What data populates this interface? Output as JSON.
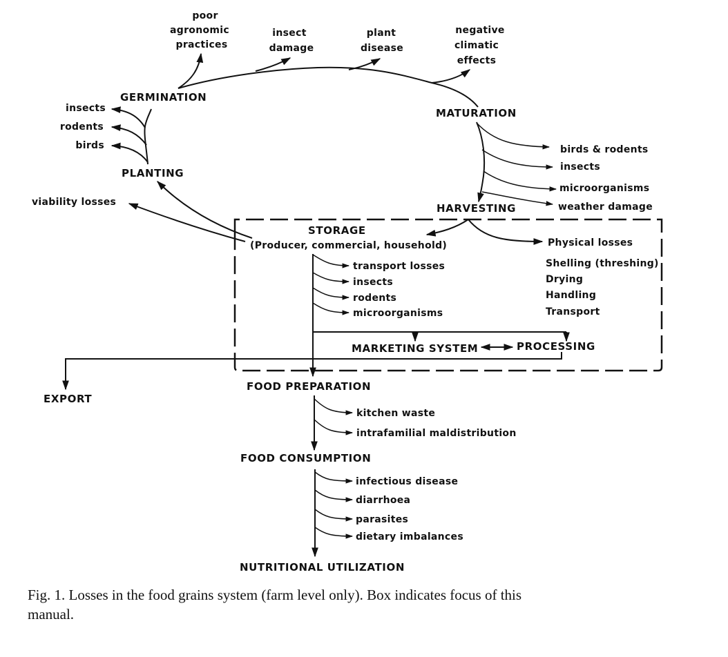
{
  "stages": {
    "germination": "GERMINATION",
    "maturation": "MATURATION",
    "harvesting": "HARVESTING",
    "planting": "PLANTING",
    "storage": "STORAGE",
    "storage_sub": "(Producer, commercial, household)",
    "marketing": "MARKETING SYSTEM",
    "processing": "PROCESSING",
    "export": "EXPORT",
    "food_preparation": "FOOD PREPARATION",
    "food_consumption": "FOOD CONSUMPTION",
    "nutritional_utilization": "NUTRITIONAL UTILIZATION"
  },
  "germination_losses": {
    "poor_agronomic": [
      "poor",
      "agronomic",
      "practices"
    ],
    "insect_damage": [
      "insect",
      "damage"
    ],
    "plant_disease": [
      "plant",
      "disease"
    ],
    "negative_climatic": [
      "negative",
      "climatic",
      "effects"
    ]
  },
  "planting_losses": [
    "insects",
    "rodents",
    "birds"
  ],
  "maturation_losses": [
    "birds & rodents",
    "insects",
    "microorganisms",
    "weather damage"
  ],
  "storage_back_loss": "viability losses",
  "harvest_losses": {
    "title": "Physical losses",
    "items": [
      "Shelling (threshing)",
      "Drying",
      "Handling",
      "Transport"
    ]
  },
  "storage_losses": [
    "transport losses",
    "insects",
    "rodents",
    "microorganisms"
  ],
  "preparation_losses": [
    "kitchen waste",
    "intrafamilial maldistribution"
  ],
  "consumption_losses": [
    "infectious disease",
    "diarrhoea",
    "parasites",
    "dietary imbalances"
  ],
  "caption": {
    "line1": "Fig. 1.  Losses in the food grains system (farm level only). Box indicates focus of this",
    "line2": "manual."
  }
}
